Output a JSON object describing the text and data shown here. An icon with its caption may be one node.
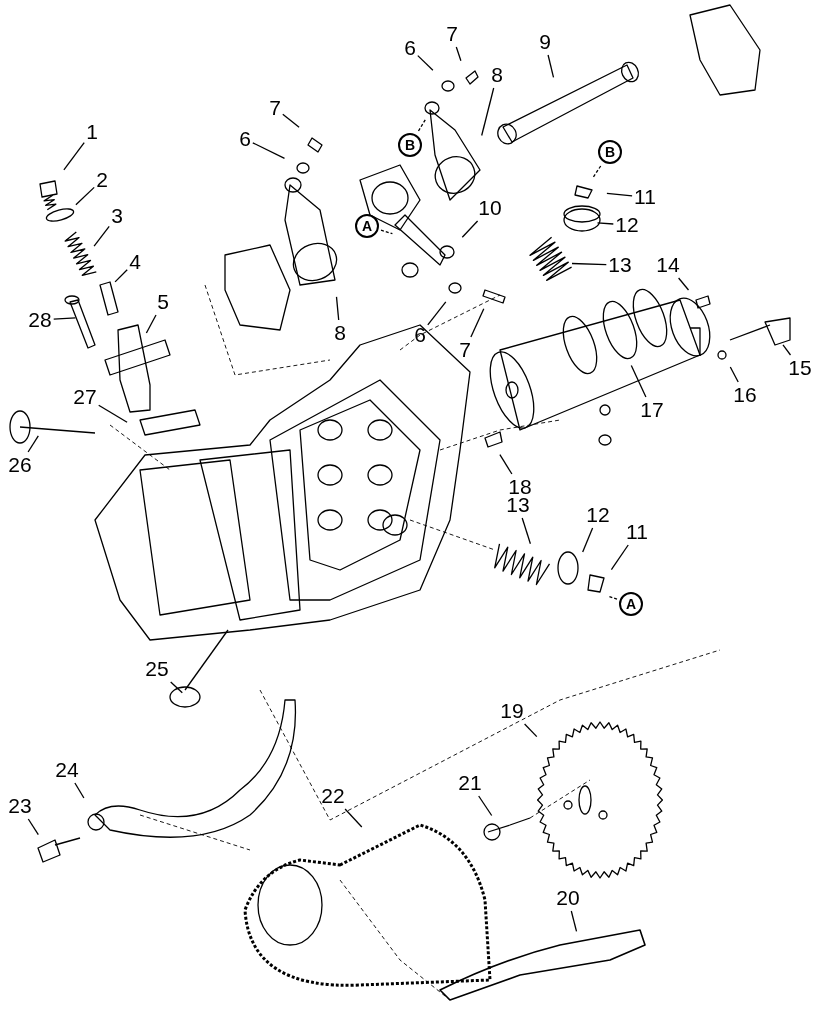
{
  "diagram": {
    "nodes": [
      {
        "text": [
          "7"
        ]
      },
      {
        "text": [
          "6"
        ]
      },
      {
        "text": [
          "9"
        ]
      },
      {
        "text": [
          "8"
        ]
      },
      {
        "text": [
          "B"
        ]
      },
      {
        "text": [
          "7"
        ]
      },
      {
        "text": [
          "6"
        ]
      },
      {
        "text": [
          "B"
        ]
      },
      {
        "text": [
          "1"
        ]
      },
      {
        "text": [
          "11"
        ]
      },
      {
        "text": [
          "2"
        ]
      },
      {
        "text": [
          "12"
        ]
      },
      {
        "text": [
          "A"
        ]
      },
      {
        "text": [
          "10"
        ]
      },
      {
        "text": [
          "3"
        ]
      },
      {
        "text": [
          "13"
        ]
      },
      {
        "text": [
          "4"
        ]
      },
      {
        "text": [
          "14"
        ]
      },
      {
        "text": [
          "6"
        ]
      },
      {
        "text": [
          "7"
        ]
      },
      {
        "text": [
          "8"
        ]
      },
      {
        "text": [
          "28"
        ]
      },
      {
        "text": [
          "5"
        ]
      },
      {
        "text": [
          "15"
        ]
      },
      {
        "text": [
          "16"
        ]
      },
      {
        "text": [
          "17"
        ]
      },
      {
        "text": [
          "27"
        ]
      },
      {
        "text": [
          "26"
        ]
      },
      {
        "text": [
          "18"
        ]
      },
      {
        "text": [
          "13"
        ]
      },
      {
        "text": [
          "12"
        ]
      },
      {
        "text": [
          "11"
        ]
      },
      {
        "text": [
          "A"
        ]
      },
      {
        "text": [
          "25"
        ]
      },
      {
        "text": [
          "19"
        ]
      },
      {
        "text": [
          "24"
        ]
      },
      {
        "text": [
          "22"
        ]
      },
      {
        "text": [
          "21"
        ]
      },
      {
        "text": [
          "23"
        ]
      },
      {
        "text": [
          "20"
        ]
      }
    ],
    "edges": [
      {
        "from": 0,
        "to": null,
        "arrow": "none"
      },
      {
        "from": 1,
        "to": null,
        "arrow": "none"
      },
      {
        "from": 2,
        "to": null,
        "arrow": "none"
      },
      {
        "from": 3,
        "to": null,
        "arrow": "none"
      },
      {
        "from": 4,
        "to": null,
        "arrow": "none",
        "style": "dashed"
      },
      {
        "from": 5,
        "to": null,
        "arrow": "none"
      },
      {
        "from": 6,
        "to": null,
        "arrow": "none"
      },
      {
        "from": 7,
        "to": null,
        "arrow": "none",
        "style": "dashed"
      },
      {
        "from": 8,
        "to": null,
        "arrow": "none"
      },
      {
        "from": 9,
        "to": null,
        "arrow": "none"
      },
      {
        "from": 10,
        "to": null,
        "arrow": "none"
      },
      {
        "from": 11,
        "to": null,
        "arrow": "none"
      },
      {
        "from": 12,
        "to": null,
        "arrow": "none",
        "style": "dashed"
      },
      {
        "from": 13,
        "to": null,
        "arrow": "none"
      },
      {
        "from": 14,
        "to": null,
        "arrow": "none"
      },
      {
        "from": 15,
        "to": null,
        "arrow": "none"
      },
      {
        "from": 16,
        "to": null,
        "arrow": "none"
      },
      {
        "from": 17,
        "to": null,
        "arrow": "none"
      },
      {
        "from": 18,
        "to": null,
        "arrow": "none"
      },
      {
        "from": 19,
        "to": null,
        "arrow": "none"
      },
      {
        "from": 20,
        "to": null,
        "arrow": "none"
      },
      {
        "from": 21,
        "to": null,
        "arrow": "none"
      },
      {
        "from": 22,
        "to": null,
        "arrow": "none"
      },
      {
        "from": 23,
        "to": null,
        "arrow": "none"
      },
      {
        "from": 24,
        "to": null,
        "arrow": "none"
      },
      {
        "from": 25,
        "to": null,
        "arrow": "none"
      },
      {
        "from": 26,
        "to": null,
        "arrow": "none"
      },
      {
        "from": 27,
        "to": null,
        "arrow": "none"
      },
      {
        "from": 28,
        "to": null,
        "arrow": "none"
      },
      {
        "from": 29,
        "to": null,
        "arrow": "none"
      },
      {
        "from": 30,
        "to": null,
        "arrow": "none"
      },
      {
        "from": 31,
        "to": null,
        "arrow": "none"
      },
      {
        "from": 32,
        "to": null,
        "arrow": "none",
        "style": "dashed"
      },
      {
        "from": 33,
        "to": null,
        "arrow": "none"
      },
      {
        "from": 34,
        "to": null,
        "arrow": "none"
      },
      {
        "from": 35,
        "to": null,
        "arrow": "none"
      },
      {
        "from": 36,
        "to": null,
        "arrow": "none"
      },
      {
        "from": 37,
        "to": null,
        "arrow": "none"
      },
      {
        "from": 38,
        "to": null,
        "arrow": "none"
      },
      {
        "from": 39,
        "to": null,
        "arrow": "none"
      }
    ]
  }
}
